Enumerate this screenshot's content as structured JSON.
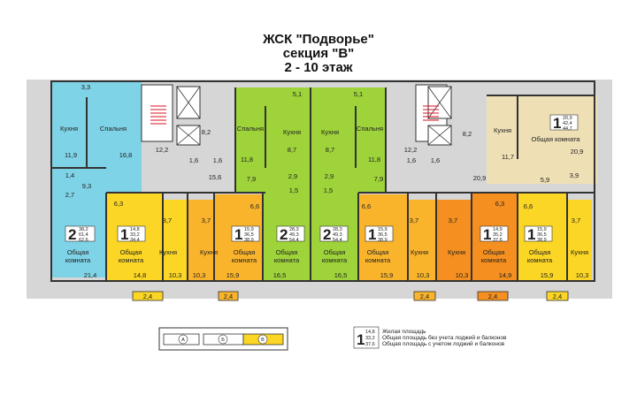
{
  "header": {
    "line1": "ЖСК \"Подворье\"",
    "line2": "секция \"В\"",
    "line3": "2 - 10 этаж"
  },
  "colors": {
    "blue": "#7fd3e6",
    "green": "#9ed33a",
    "yellow": "#fbd624",
    "light_orange": "#fab42b",
    "orange": "#f58f1f",
    "beige": "#eedfb4",
    "wall": "#333333"
  },
  "labels": {
    "kitchen": "Кухня",
    "bedroom": "Спальня",
    "living_l1": "Общая",
    "living_l2": "комната",
    "living_full": "Общая комната"
  },
  "numbers": {
    "n3_3": "3,3",
    "n5_1a": "5,1",
    "n5_1b": "5,1",
    "n11_9": "11,9",
    "n16_8": "16,8",
    "n12_2a": "12,2",
    "n8_2a": "8,2",
    "n1_6a": "1,6",
    "n1_6b": "1,6",
    "n15_6": "15,6",
    "n11_8a": "11,8",
    "n8_7a": "8,7",
    "n8_7b": "8,7",
    "n11_8b": "11,8",
    "n7_9a": "7,9",
    "n2_9a": "2,9",
    "n2_9b": "2,9",
    "n7_9b": "7,9",
    "n1_5a": "1,5",
    "n1_5b": "1,5",
    "n12_2b": "12,2",
    "n8_2b": "8,2",
    "n1_6c": "1,6",
    "n1_6d": "1,6",
    "n11_7": "11,7",
    "n20_9a": "20,9",
    "n20_9b": "20,9",
    "n5_9": "5,9",
    "n3_9": "3,9",
    "n1_4": "1,4",
    "n9_3": "9,3",
    "n2_7": "2,7",
    "n6_3a": "6,3",
    "n3_7a": "3,7",
    "n3_7b": "3,7",
    "n6_6a": "6,6",
    "n6_6b": "6,6",
    "n3_7c": "3,7",
    "n3_7d": "3,7",
    "n6_3b": "6,3",
    "n6_6c": "6,6",
    "n3_7e": "3,7",
    "n21_4": "21,4",
    "n14_8": "14,8",
    "n10_3a": "10,3",
    "n10_3b": "10,3",
    "n15_9a": "15,9",
    "n16_5a": "16,5",
    "n16_5b": "16,5",
    "n15_9b": "15,9",
    "n10_3c": "10,3",
    "n10_3d": "10,3",
    "n14_9": "14,9",
    "n15_9c": "15,9",
    "n10_3e": "10,3",
    "n2_4a": "2,4",
    "n2_4b": "2,4",
    "n2_4c": "2,4",
    "n2_4d": "2,4",
    "n2_4e": "2,4"
  },
  "apartments": [
    {
      "rooms": "2",
      "a": "38,2",
      "b": "61,4",
      "c": "62,6"
    },
    {
      "rooms": "1",
      "a": "14,8",
      "b": "33,2",
      "c": "34,4"
    },
    {
      "rooms": "1",
      "a": "15,9",
      "b": "36,5",
      "c": "38,9"
    },
    {
      "rooms": "2",
      "a": "28,3",
      "b": "49,3",
      "c": "54,4"
    },
    {
      "rooms": "2",
      "a": "28,3",
      "b": "49,3",
      "c": "54,4"
    },
    {
      "rooms": "1",
      "a": "15,9",
      "b": "36,5",
      "c": "38,9"
    },
    {
      "rooms": "1",
      "a": "14,9",
      "b": "35,2",
      "c": "37,6"
    },
    {
      "rooms": "1",
      "a": "15,9",
      "b": "36,5",
      "c": "38,9"
    },
    {
      "rooms": "1",
      "a": "20,9",
      "b": "42,4",
      "c": "44,7"
    }
  ],
  "legend": {
    "swatch_a": "А",
    "swatch_b": "Б",
    "swatch_c": "В",
    "rooms": "1",
    "a": "14,8",
    "b": "33,2",
    "c": "37,6",
    "line1": "Жилая площадь",
    "line2": "Общая площадь без учета лоджий и балконов",
    "line3": "Общая площадь с учетом лоджий и балконов"
  }
}
